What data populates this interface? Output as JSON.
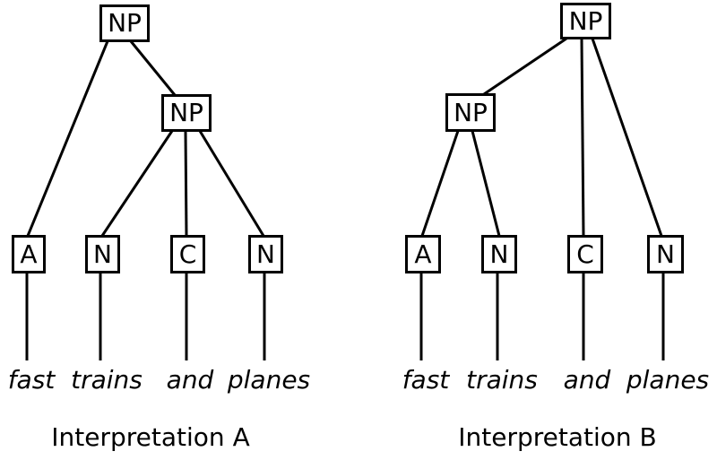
{
  "colors": {
    "background": "#ffffff",
    "stroke": "#000000",
    "text": "#000000"
  },
  "sentence": [
    "fast",
    "trains",
    "and",
    "planes"
  ],
  "trees": [
    {
      "id": "A",
      "caption": "Interpretation A",
      "root_label": "NP",
      "inner_label": "NP",
      "root_children": [
        "A",
        "NP"
      ],
      "inner_children": [
        "N",
        "C",
        "N"
      ],
      "terminals": [
        {
          "label": "A",
          "word": "fast"
        },
        {
          "label": "N",
          "word": "trains"
        },
        {
          "label": "C",
          "word": "and"
        },
        {
          "label": "N",
          "word": "planes"
        }
      ]
    },
    {
      "id": "B",
      "caption": "Interpretation B",
      "root_label": "NP",
      "inner_label": "NP",
      "root_children": [
        "NP",
        "C",
        "N"
      ],
      "inner_children": [
        "A",
        "N"
      ],
      "terminals": [
        {
          "label": "A",
          "word": "fast"
        },
        {
          "label": "N",
          "word": "trains"
        },
        {
          "label": "C",
          "word": "and"
        },
        {
          "label": "N",
          "word": "planes"
        }
      ]
    }
  ]
}
